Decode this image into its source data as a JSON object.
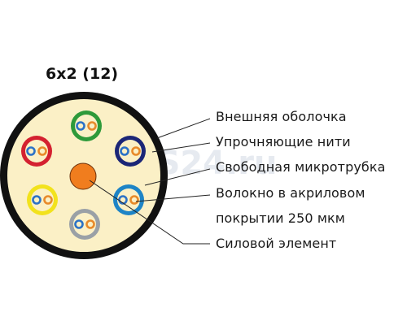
{
  "title": "6х2 (12)",
  "labels": [
    "Внешняя оболочка",
    "Упрочняющие нити",
    "Свободная микротрубка",
    "Волокно в акриловом",
    "покрытии 250 мкм",
    "Силовой элемент"
  ],
  "watermark": "ETS24.ru",
  "colors": {
    "jacket": "#111111",
    "filler": "#fbf0c6",
    "strength_member": "#f07d1e",
    "tube_green": "#2e9a3a",
    "tube_navy": "#1b2677",
    "tube_red": "#d42130",
    "tube_yellow": "#f2e21d",
    "tube_grey": "#9aa0a6",
    "tube_blue": "#1e84c6",
    "fiber_blue": "#2c72c6",
    "fiber_orange": "#e88a2a"
  }
}
